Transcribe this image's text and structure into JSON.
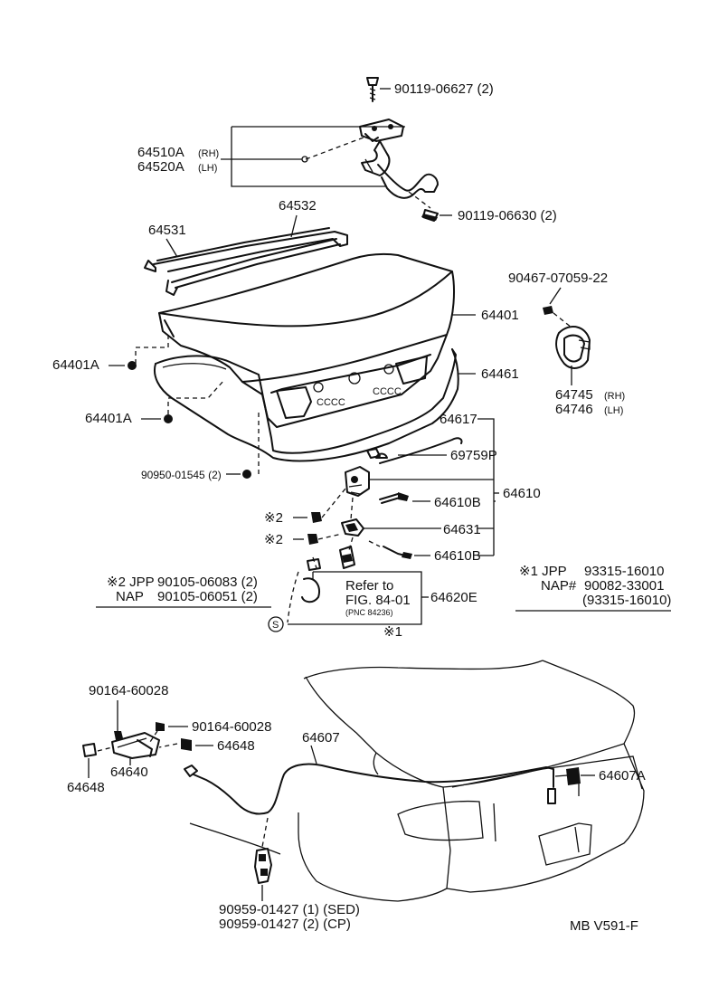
{
  "labels": {
    "p90119_06627": "90119-06627 (2)",
    "p64510A": "64510A",
    "p64510A_side": "(RH)",
    "p64520A": "64520A",
    "p64520A_side": "(LH)",
    "p90119_06630": "90119-06630 (2)",
    "p64532": "64532",
    "p64531": "64531",
    "p90467": "90467-07059-22",
    "p64401": "64401",
    "p64401A_1": "64401A",
    "p64401A_2": "64401A",
    "p64461": "64461",
    "p64745": "64745",
    "p64745_side": "(RH)",
    "p64746": "64746",
    "p64746_side": "(LH)",
    "p64617": "64617",
    "p69759P": "69759P",
    "p90950": "90950-01545 (2)",
    "p64610": "64610",
    "p64610B_1": "64610B",
    "p64610B_2": "64610B",
    "p64631": "64631",
    "ref2_a": "※2",
    "ref2_b": "※2",
    "p64620E": "64620E",
    "refer_line1": "Refer to",
    "refer_line2": "FIG. 84-01",
    "refer_line3": "(PNC 84236)",
    "ref1": "※1",
    "s_mark": "S",
    "note2_l1": "※2 JPP",
    "note2_l1b": "90105-06083 (2)",
    "note2_l2": "NAP",
    "note2_l2b": "90105-06051 (2)",
    "note1_l1": "※1 JPP",
    "note1_l1b": "93315-16010",
    "note1_l2": "NAP#",
    "note1_l2b": "90082-33001",
    "note1_l3": "(93315-16010)",
    "p90164_a": "90164-60028",
    "p90164_b": "90164-60028",
    "p64648_a": "64648",
    "p64648_b": "64648",
    "p64640": "64640",
    "p64607": "64607",
    "p64607A": "64607A",
    "p90959_a": "90959-01427 (1) (SED)",
    "p90959_b": "90959-01427 (2) (CP)",
    "footer": "MB  V591-F",
    "lid_text_1": "CCCC",
    "lid_text_2": "CCCC"
  }
}
